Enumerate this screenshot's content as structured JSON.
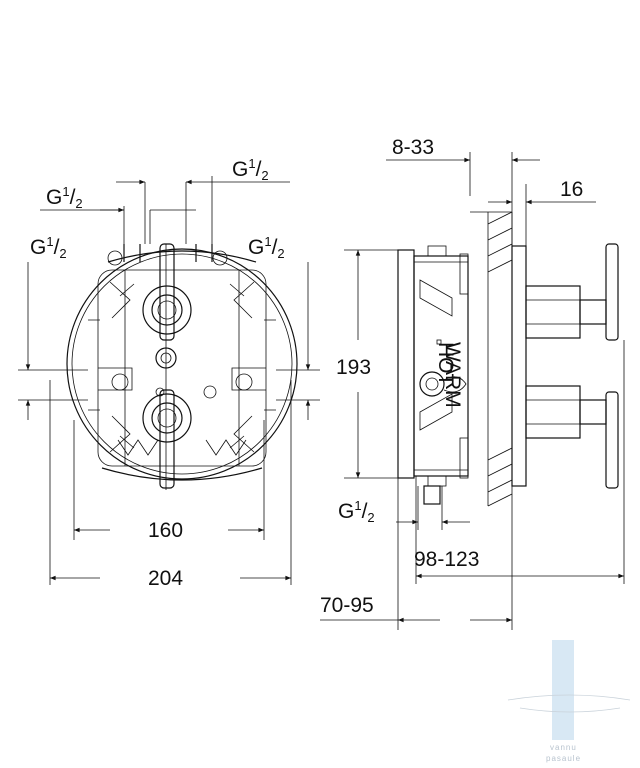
{
  "dimensions": {
    "g_top_right": {
      "base": "G",
      "num": "1",
      "den": "2"
    },
    "g_top_left": {
      "base": "G",
      "num": "1",
      "den": "2"
    },
    "g_mid_left": {
      "base": "G",
      "num": "1",
      "den": "2"
    },
    "g_mid_right": {
      "base": "G",
      "num": "1",
      "den": "2"
    },
    "g_bottom_side": {
      "base": "G",
      "num": "1",
      "den": "2"
    },
    "d_160": "160",
    "d_204": "204",
    "d_193": "193",
    "d_8_33": "8-33",
    "d_16": "16",
    "d_98_123": "98-123",
    "d_70_95": "70-95"
  },
  "body_text": {
    "warm": "WARM",
    "hot": "HOT"
  },
  "watermark": {
    "line1": "vannu",
    "line2": "pasaule"
  }
}
